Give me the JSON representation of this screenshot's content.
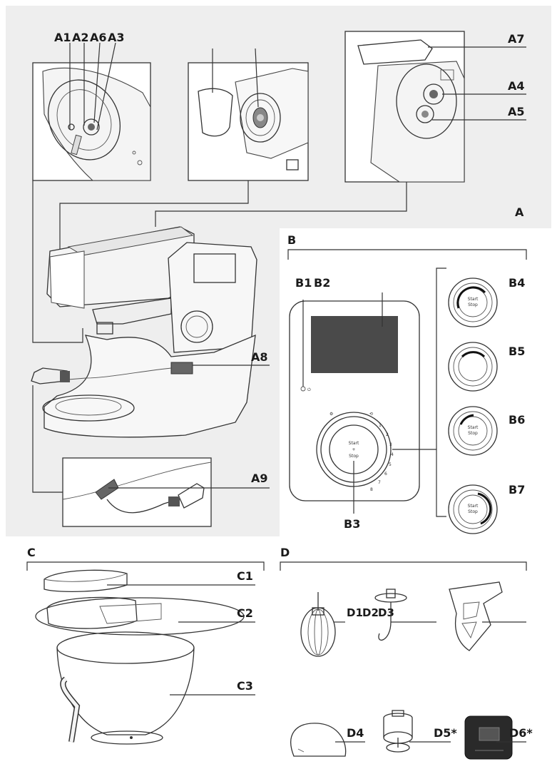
{
  "sections": {
    "a": {
      "letter": "A"
    },
    "b": {
      "letter": "B"
    },
    "c": {
      "letter": "C"
    },
    "d": {
      "letter": "D"
    }
  },
  "callouts": {
    "a1": "A1",
    "a2": "A2",
    "a6": "A6",
    "a3": "A3",
    "a7": "A7",
    "a4": "A4",
    "a5": "A5",
    "a8": "A8",
    "a9": "A9",
    "b1": "B1",
    "b2": "B2",
    "b3": "B3",
    "b4": "B4",
    "b5": "B5",
    "b6": "B6",
    "b7": "B7",
    "c1": "C1",
    "c2": "C2",
    "c3": "C3",
    "d1": "D1",
    "d2": "D2",
    "d3": "D3",
    "d4": "D4",
    "d5": "D5*",
    "d6": "D6*"
  },
  "control_panel": {
    "start_label": "Start",
    "plus_label": "+",
    "stop_label": "Stop",
    "dial_ticks": [
      "1",
      "2",
      "3",
      "4",
      "5",
      "6",
      "7",
      "8"
    ]
  },
  "colors": {
    "panel_bg": "#eeeeee",
    "line": "#333333",
    "display": "#4a4a4a",
    "accessory_dark": "#2a2a2a",
    "scraper": "#cfcfcf"
  }
}
